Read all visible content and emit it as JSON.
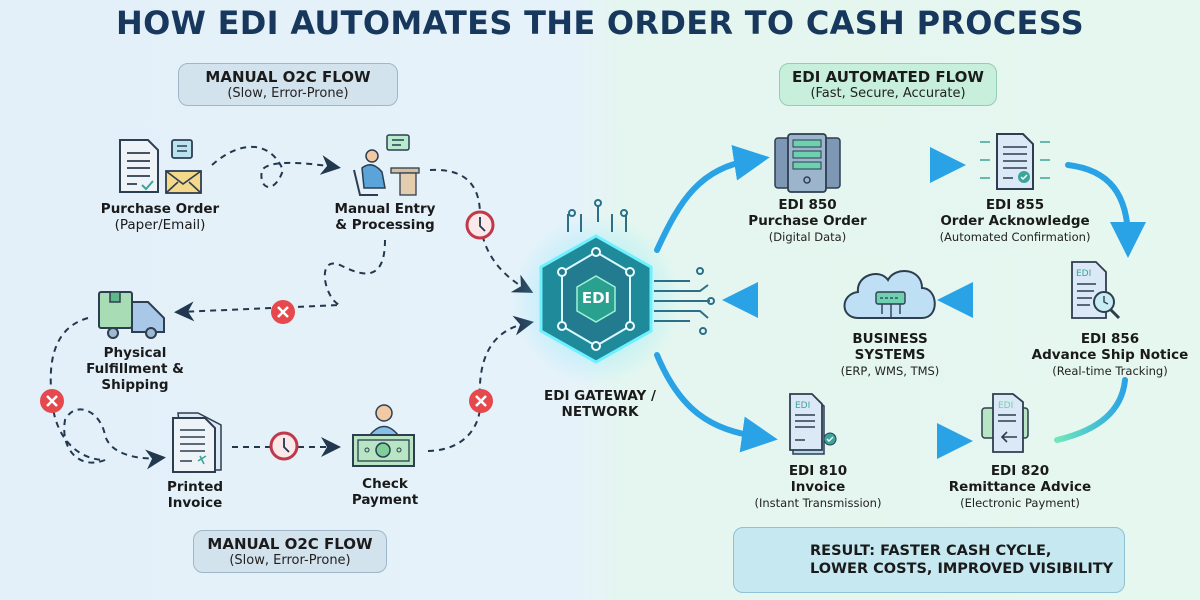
{
  "title": "HOW EDI AUTOMATES THE ORDER TO CASH PROCESS",
  "manual_header_top": {
    "heading": "MANUAL O2C FLOW",
    "subheading": "(Slow, Error-Prone)"
  },
  "manual_header_bottom": {
    "heading": "MANUAL O2C FLOW",
    "subheading": "(Slow, Error-Prone)"
  },
  "auto_header": {
    "heading": "EDI AUTOMATED FLOW",
    "subheading": "(Fast, Secure, Accurate)"
  },
  "manual_steps": [
    {
      "icon": "document-email-icon",
      "lines": [
        "Purchase Order"
      ],
      "sub": "(Paper/Email)"
    },
    {
      "icon": "person-desk-icon",
      "lines": [
        "Manual Entry",
        "& Processing"
      ],
      "sub": ""
    },
    {
      "icon": "delivery-truck-icon",
      "lines": [
        "Physical",
        "Fulfillment &",
        "Shipping"
      ],
      "sub": ""
    },
    {
      "icon": "printed-invoice-icon",
      "lines": [
        "Printed",
        "Invoice"
      ],
      "sub": ""
    },
    {
      "icon": "check-payment-icon",
      "lines": [
        "Check",
        "Payment"
      ],
      "sub": ""
    }
  ],
  "gateway": {
    "badge": "EDI",
    "lines": [
      "EDI GATEWAY /",
      "NETWORK"
    ]
  },
  "edi_steps": [
    {
      "icon": "server-icon",
      "code": "EDI 850",
      "name": "Purchase Order",
      "sub": "(Digital Data)"
    },
    {
      "icon": "document-check-icon",
      "code": "EDI 855",
      "name": "Order Acknowledge",
      "sub": "(Automated Confirmation)"
    },
    {
      "icon": "document-search-icon",
      "code": "EDI 856",
      "name": "Advance Ship Notice",
      "sub": "(Real-time Tracking)",
      "doc_tag": "EDI"
    },
    {
      "icon": "cloud-icon",
      "code": "BUSINESS",
      "name": "SYSTEMS",
      "sub": "(ERP, WMS, TMS)"
    },
    {
      "icon": "invoice-doc-icon",
      "code": "EDI 810",
      "name": "Invoice",
      "sub": "(Instant Transmission)",
      "doc_tag": "EDI"
    },
    {
      "icon": "remittance-doc-icon",
      "code": "EDI 820",
      "name": "Remittance Advice",
      "sub": "(Electronic Payment)",
      "doc_tag": "EDI"
    }
  ],
  "result": {
    "line1": "RESULT: FASTER CASH CYCLE,",
    "line2": "LOWER COSTS, IMPROVED VISIBILITY",
    "icon": "dollar-clock-icon"
  },
  "colors": {
    "title": "#17385c",
    "error": "#e5484d",
    "delay": "#c0394b",
    "flow_blue": "#2aa3e6",
    "flow_green": "#5fe0b0",
    "gateway": "#1f8a9a",
    "dashed": "#22384f"
  }
}
